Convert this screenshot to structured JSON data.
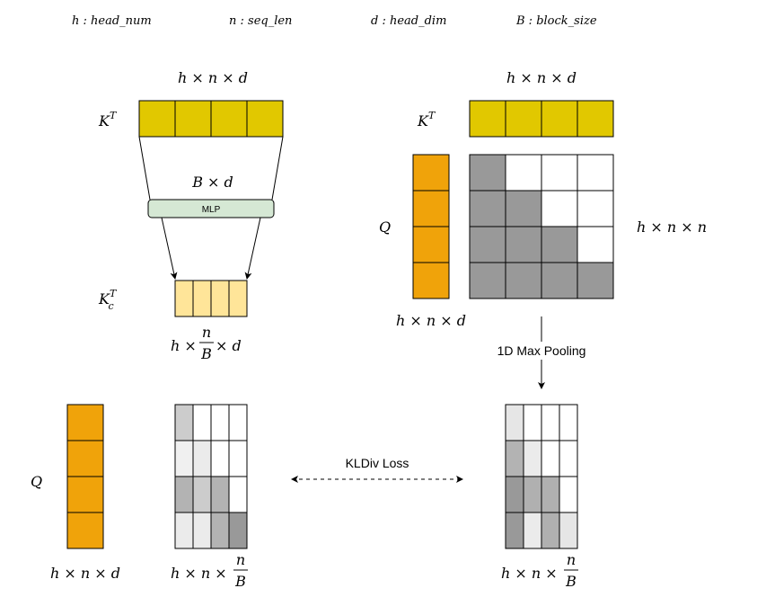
{
  "legend": [
    "h : head_num",
    "n : seq_len",
    "d : head_dim",
    "B : block_size"
  ],
  "left": {
    "kt_label": "K",
    "kt_sup": "T",
    "kt_dims": "h × n × d",
    "mlp_dims": "B × d",
    "mlp_label": "MLP",
    "kc_label": "K",
    "kc_sub": "c",
    "kc_sup": "T",
    "kc_dims": {
      "prefix": "h × ",
      "num": "n",
      "den": "B",
      "suffix": " × d"
    }
  },
  "right": {
    "kt_label": "K",
    "kt_sup": "T",
    "kt_dims": "h × n × d",
    "q_label": "Q",
    "q_dims": "h × n × d",
    "attn_dims": "h × n × n",
    "pool_label": "1D Max Pooling",
    "pooled_dims": {
      "prefix": "h × n × ",
      "num": "n",
      "den": "B"
    }
  },
  "bottom": {
    "q_label": "Q",
    "q_dims": "h × n × d",
    "pred_dims": {
      "prefix": "h × n × ",
      "num": "n",
      "den": "B"
    },
    "loss_label": "KLDiv Loss"
  },
  "colors": {
    "k": "#e1c800",
    "kc": "#ffe599",
    "q": "#f0a30a",
    "mlp": "#d5e8d4",
    "mask": "#999999"
  },
  "grids": {
    "pred": [
      [
        "#cccccc",
        "#fff",
        "#fff",
        "#fff"
      ],
      [
        "#f0f0f0",
        "#ebebeb",
        "#fff",
        "#fff"
      ],
      [
        "#b3b3b3",
        "#cccccc",
        "#b3b3b3",
        "#fff"
      ],
      [
        "#ebebeb",
        "#ebebeb",
        "#b3b3b3",
        "#999999"
      ]
    ],
    "pooled": [
      [
        "#e6e6e6",
        "#fff",
        "#fff",
        "#fff"
      ],
      [
        "#b3b3b3",
        "#ebebeb",
        "#fff",
        "#fff"
      ],
      [
        "#999999",
        "#b0b0b0",
        "#b0b0b0",
        "#fff"
      ],
      [
        "#999999",
        "#ebebeb",
        "#b0b0b0",
        "#e6e6e6"
      ]
    ]
  }
}
